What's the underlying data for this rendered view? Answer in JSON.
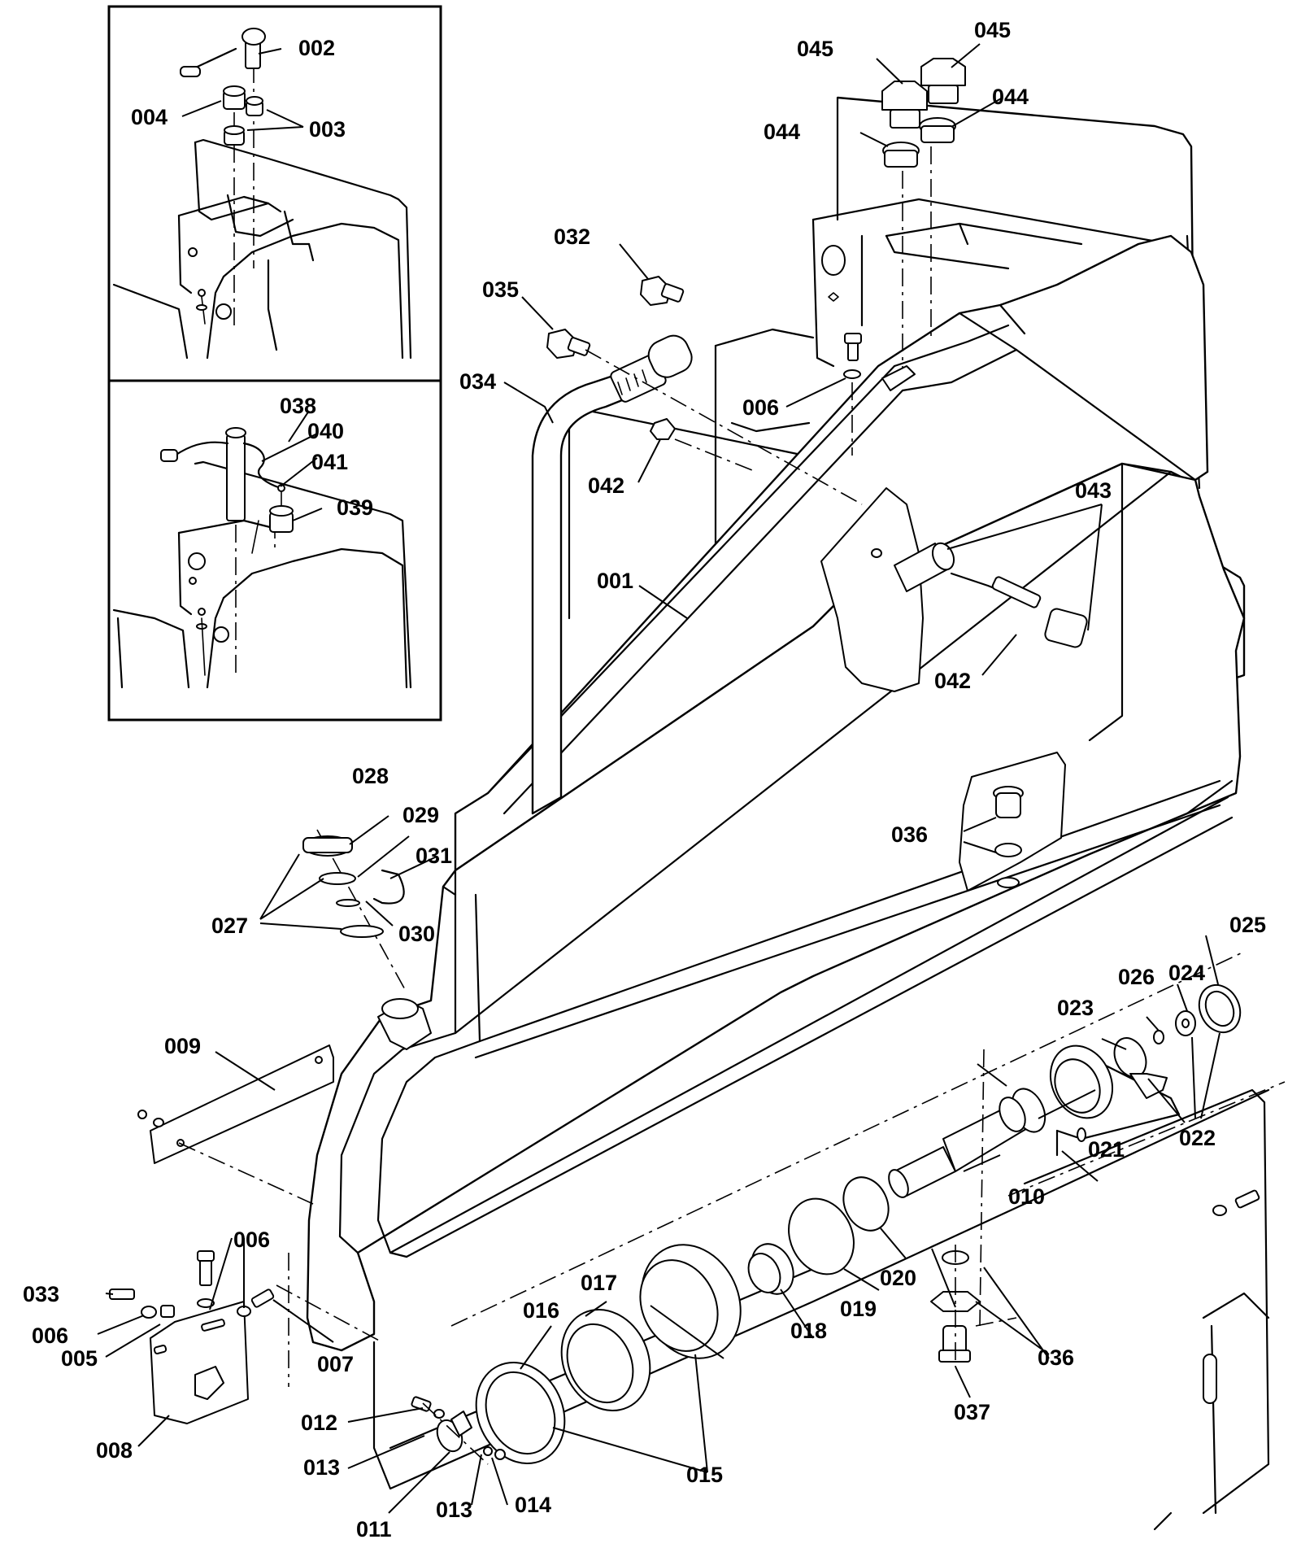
{
  "diagram": {
    "colors": {
      "ink": "#000000",
      "paper": "#ffffff"
    },
    "callouts": {
      "c001": "001",
      "c002": "002",
      "c003": "003",
      "c004": "004",
      "c005": "005",
      "c006a": "006",
      "c006b": "006",
      "c006c": "006",
      "c007": "007",
      "c008": "008",
      "c009": "009",
      "c010": "010",
      "c011": "011",
      "c012": "012",
      "c013a": "013",
      "c013b": "013",
      "c014": "014",
      "c015": "015",
      "c016": "016",
      "c017": "017",
      "c018": "018",
      "c019": "019",
      "c020": "020",
      "c021": "021",
      "c022": "022",
      "c023": "023",
      "c024": "024",
      "c025": "025",
      "c026": "026",
      "c027": "027",
      "c028": "028",
      "c029": "029",
      "c030": "030",
      "c031": "031",
      "c032": "032",
      "c033": "033",
      "c034": "034",
      "c035": "035",
      "c036a": "036",
      "c036b": "036",
      "c037": "037",
      "c038": "038",
      "c039": "039",
      "c040": "040",
      "c041": "041",
      "c042a": "042",
      "c042b": "042",
      "c043": "043",
      "c044a": "044",
      "c044b": "044",
      "c045a": "045",
      "c045b": "045"
    }
  }
}
